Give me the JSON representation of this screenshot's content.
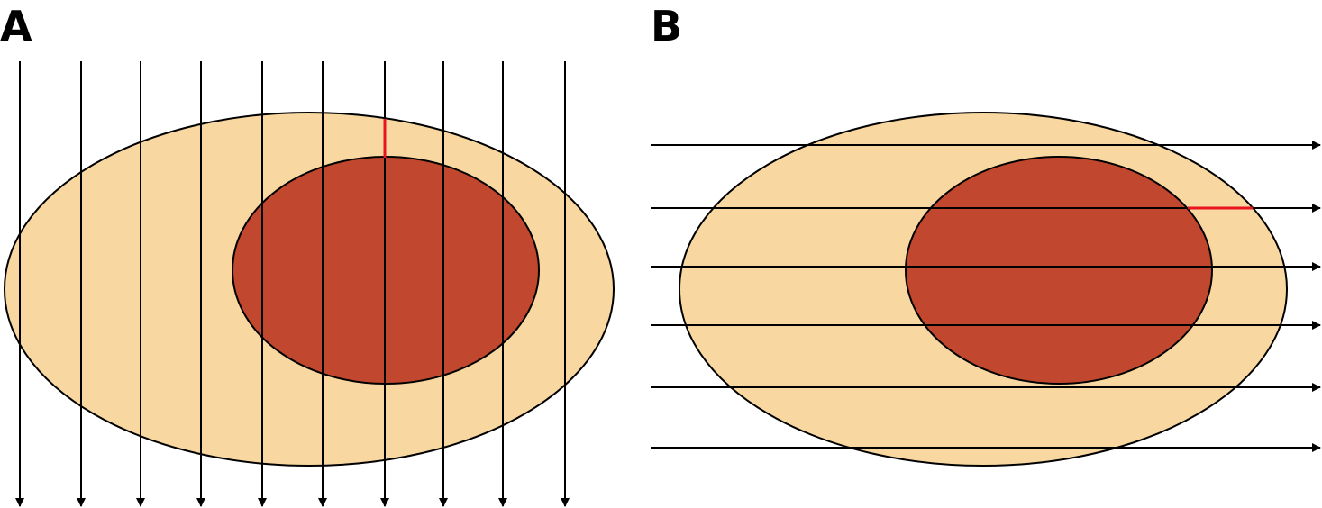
{
  "panels": [
    {
      "label": "A",
      "ray_direction": "vertical",
      "ray_count": 10
    },
    {
      "label": "B",
      "ray_direction": "horizontal",
      "ray_count": 6
    }
  ],
  "colors": {
    "outer_region": "#f8d8a0",
    "inner_region": "#c1472e",
    "outline": "#000000",
    "highlight_segment": "#e8141e"
  }
}
